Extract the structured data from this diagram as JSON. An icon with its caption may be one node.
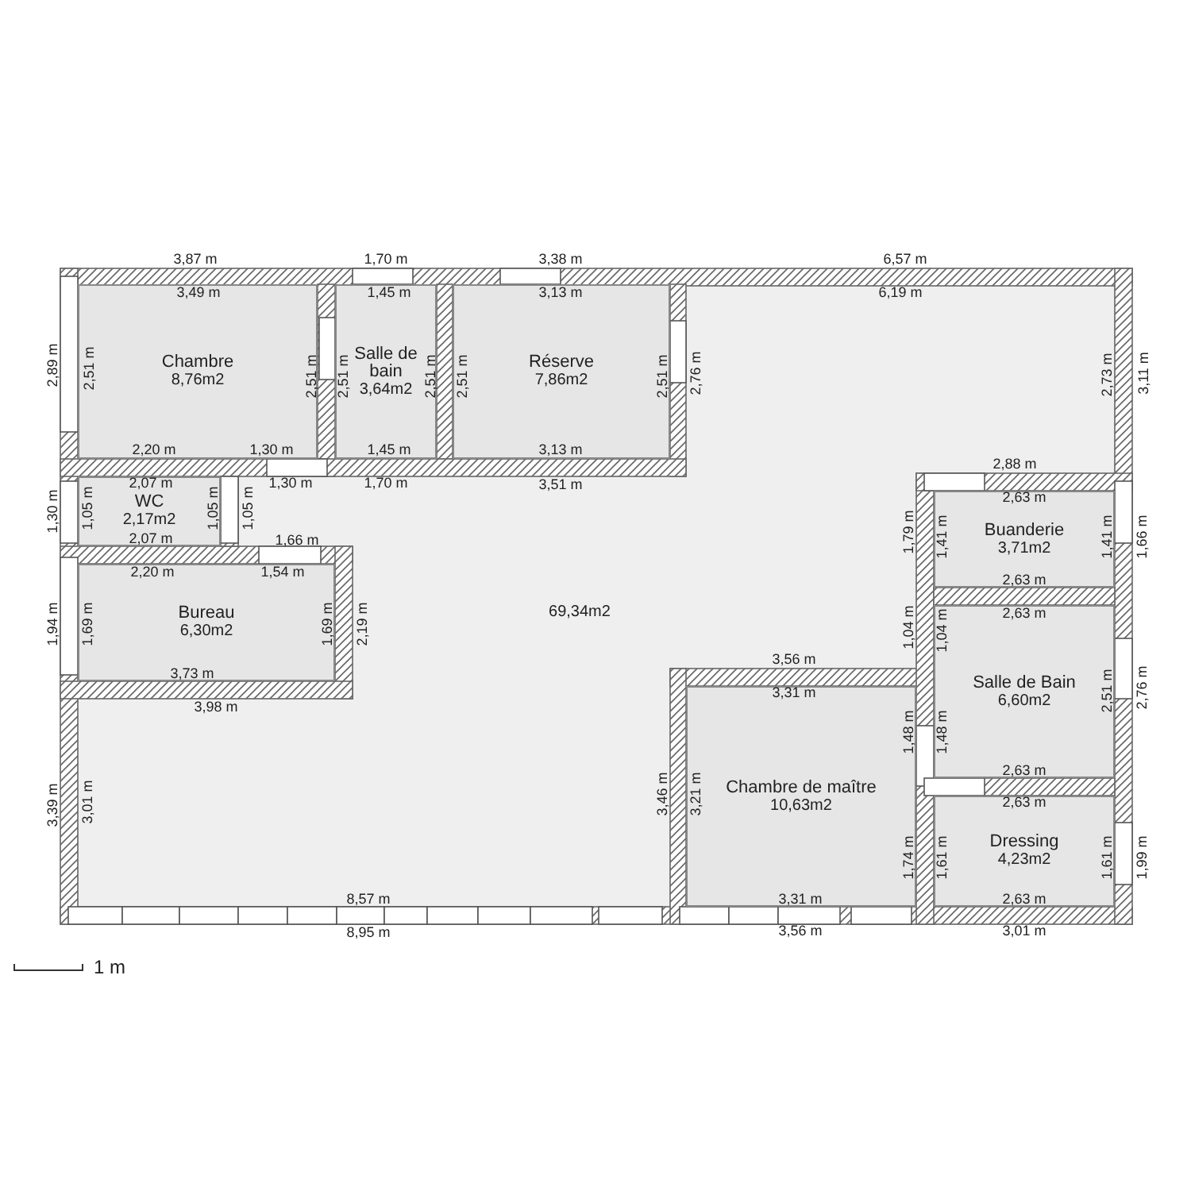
{
  "diagram": {
    "nodes": [
      {
        "text": [
          "Chambre",
          "8,76m2"
        ]
      },
      {
        "text": [
          "Salle de bain",
          "3,64m2"
        ]
      },
      {
        "text": [
          "Réserve",
          "7,86m2"
        ]
      },
      {
        "text": [
          "WC",
          "2,17m2"
        ]
      },
      {
        "text": [
          "Buanderie",
          "3,71m2"
        ]
      },
      {
        "text": [
          "Bureau",
          "6,30m2"
        ]
      },
      {
        "text": [
          "69,34m2"
        ]
      },
      {
        "text": [
          "Salle de Bain",
          "6,60m2"
        ]
      },
      {
        "text": [
          "Chambre de maître",
          "10,63m2"
        ]
      },
      {
        "text": [
          "Dressing",
          "4,23m2"
        ]
      }
    ],
    "labels": [
      "3,87 m",
      "1,70 m",
      "3,38 m",
      "6,57 m",
      "3,49 m",
      "1,45 m",
      "3,13 m",
      "6,19 m",
      "2,89 m",
      "2,51 m",
      "2,51 m",
      "2,51 m",
      "2,51 m",
      "2,51 m",
      "2,51 m",
      "2,76 m",
      "2,73 m",
      "3,11 m",
      "2,20 m",
      "1,30 m",
      "1,45 m",
      "3,13 m",
      "2,88 m",
      "2,07 m",
      "1,30 m",
      "1,70 m",
      "3,51 m",
      "2,63 m",
      "1,30 m",
      "1,05 m",
      "1,05 m",
      "1,05 m",
      "1,79 m",
      "1,41 m",
      "1,41 m",
      "1,66 m",
      "2,07 m",
      "1,66 m",
      "2,20 m",
      "1,54 m",
      "2,63 m",
      "2,63 m",
      "1,94 m",
      "1,69 m",
      "1,69 m",
      "2,19 m",
      "1,04 m",
      "1,04 m",
      "3,56 m",
      "3,73 m",
      "2,51 m",
      "2,76 m",
      "3,31 m",
      "3,98 m",
      "1,48 m",
      "1,48 m",
      "2,63 m",
      "3,39 m",
      "3,01 m",
      "3,46 m",
      "3,21 m",
      "2,63 m",
      "1,74 m",
      "1,61 m",
      "1,61 m",
      "1,99 m",
      "8,57 m",
      "3,31 m",
      "2,63 m",
      "8,95 m",
      "3,56 m",
      "3,01 m",
      "1 m"
    ]
  }
}
